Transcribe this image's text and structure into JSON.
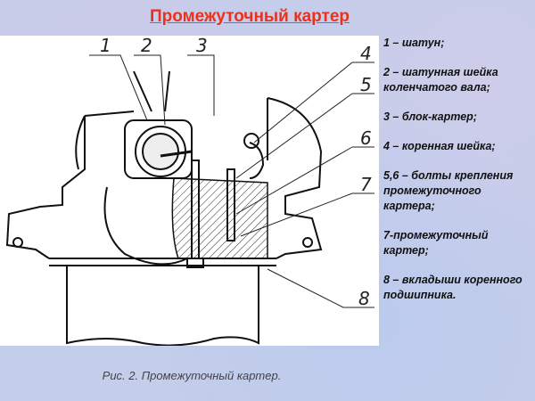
{
  "title": "Промежуточный картер",
  "callouts": [
    "1",
    "2",
    "3",
    "4",
    "5",
    "6",
    "7",
    "8"
  ],
  "legend": [
    "1 – шатун;",
    "2 – шатунная шейка коленчатого вала;",
    "3 – блок-картер;",
    "4 – коренная шейка;",
    "5,6 – болты крепления промежуточного картера;",
    "7-промежуточный картер;",
    "8 – вкладыши коренного подшипника."
  ],
  "caption": "Рис. 2. Промежуточный картер."
}
